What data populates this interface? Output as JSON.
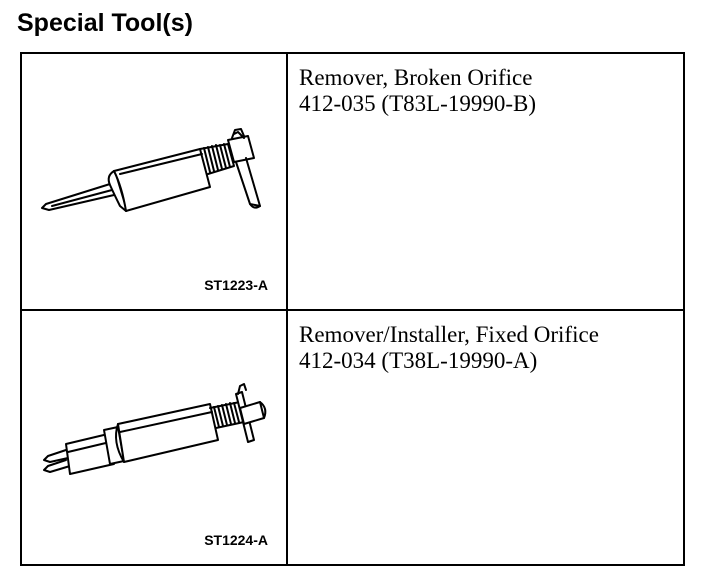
{
  "heading": "Special Tool(s)",
  "tools": [
    {
      "name": "Remover, Broken Orifice",
      "number": "412-035 (T83L-19990-B)",
      "figure_id": "ST1223-A",
      "illustration_icon": "broken-orifice-remover-tool-icon"
    },
    {
      "name": "Remover/Installer, Fixed Orifice",
      "number": "412-034 (T38L-19990-A)",
      "figure_id": "ST1224-A",
      "illustration_icon": "fixed-orifice-remover-installer-tool-icon"
    }
  ]
}
